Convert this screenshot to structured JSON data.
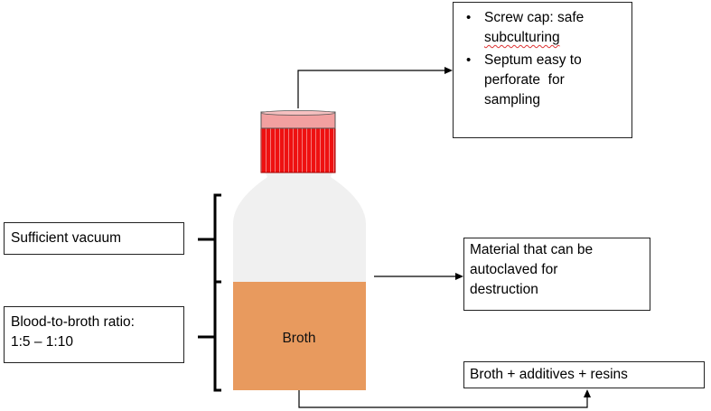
{
  "cap_box": {
    "bullets": [
      {
        "lines": [
          "Screw cap: safe",
          "subculturing"
        ]
      },
      {
        "lines": [
          "Septum easy to",
          "perforate  for",
          "sampling"
        ]
      }
    ]
  },
  "vacuum_box": {
    "text": "Sufficient vacuum"
  },
  "ratio_box": {
    "lines": [
      "Blood-to-broth ratio:",
      "1:5 – 1:10"
    ]
  },
  "material_box": {
    "lines": [
      "Material that can be",
      "autoclaved for",
      "destruction"
    ]
  },
  "additives_box": {
    "text": "Broth + additives + resins"
  },
  "bottle": {
    "broth_label": "Broth"
  },
  "colors": {
    "cap_red": "#ee1111",
    "cap_pink": "#f2a0a0",
    "bottle_gray": "#f0f0f0",
    "broth": "#e89a5e"
  }
}
